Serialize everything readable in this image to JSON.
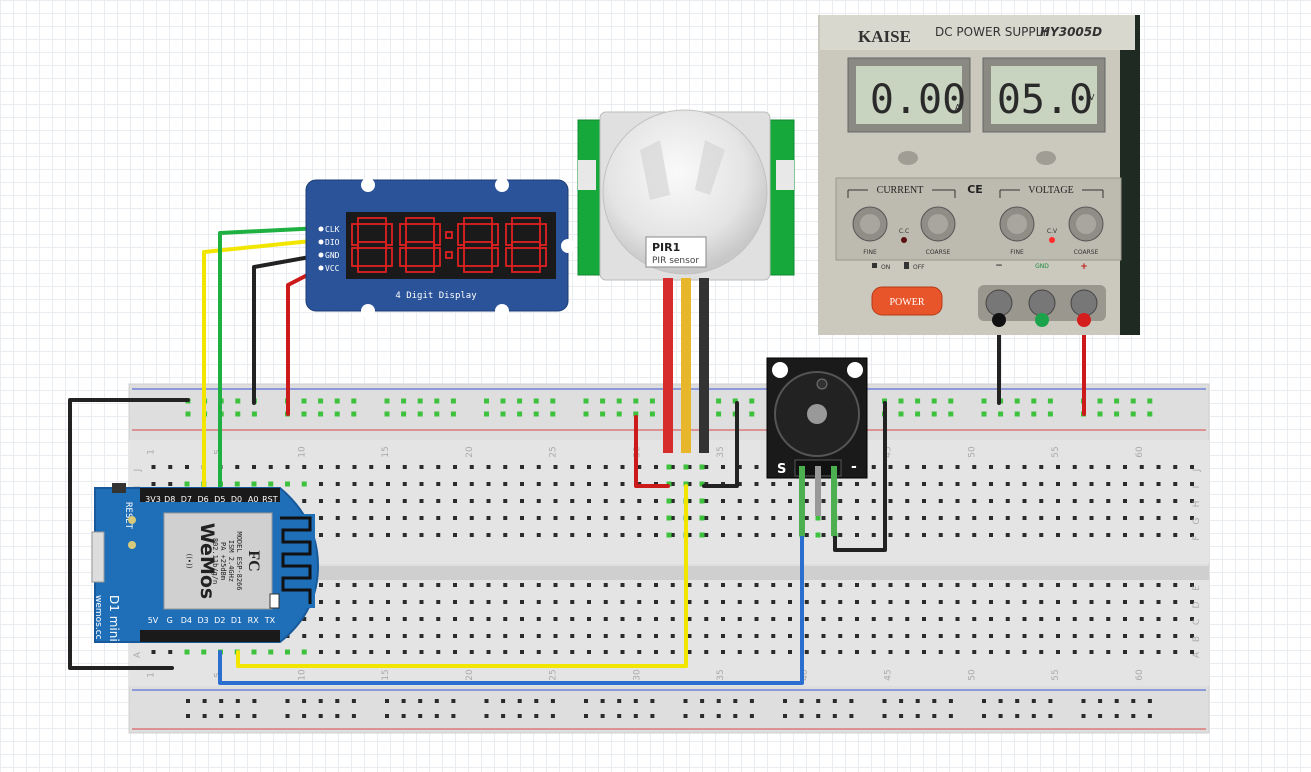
{
  "breadboard": {
    "column_numbers_top": [
      "1",
      "5",
      "10",
      "15",
      "20",
      "25",
      "30",
      "35",
      "40",
      "45",
      "50",
      "55",
      "60"
    ],
    "column_numbers_bottom": [
      "1",
      "5",
      "10",
      "15",
      "20",
      "25",
      "30",
      "35",
      "40",
      "45",
      "50",
      "55",
      "60"
    ],
    "row_letters_top": [
      "J",
      "I",
      "H",
      "G",
      "F"
    ],
    "row_letters_bottom": [
      "E",
      "D",
      "C",
      "B",
      "A"
    ]
  },
  "display": {
    "label": "4 Digit Display",
    "pins": [
      "CLK",
      "DIO",
      "GND",
      "VCC"
    ],
    "digit_color": "#e02020"
  },
  "pir": {
    "tooltip_title": "PIR1",
    "tooltip_subtitle": "PIR sensor"
  },
  "buzzer": {
    "pin_s": "S",
    "pin_minus": "-"
  },
  "wemos": {
    "top_pins": [
      "3V3",
      "D8",
      "D7",
      "D6",
      "D5",
      "D0",
      "A0",
      "RST"
    ],
    "bottom_pins": [
      "5V",
      "G",
      "D4",
      "D3",
      "D2",
      "D1",
      "RX",
      "TX"
    ],
    "reset_label": "RESET",
    "model_lines": [
      "MODEL  ESP-8266",
      "ISM 2.4GHz",
      "PA +25dBm",
      "802.11b/g/n"
    ],
    "brand": "WeMos",
    "brand_tag": "D1 mini",
    "website": "wemos.cc"
  },
  "power_supply": {
    "brand": "KAISE",
    "title": "DC POWER SUPPLY",
    "model": "HY3005D",
    "current_reading": "0.00",
    "current_unit": "A",
    "voltage_reading": "05.0",
    "voltage_unit": "V",
    "current_label": "CURRENT",
    "voltage_label": "VOLTAGE",
    "ce_mark": "CE",
    "fine_label": "FINE",
    "coarse_label": "COARSE",
    "cc_label": "C.C",
    "cv_label": "C.V",
    "on_label": "ON",
    "off_label": "OFF",
    "power_label": "POWER",
    "minus_label": "−",
    "gnd_label": "GND",
    "plus_label": "+"
  },
  "wire_colors": {
    "black": "#222222",
    "red": "#cc1a1a",
    "yellow": "#f2e600",
    "green": "#1eb040",
    "blue": "#2a6fd0"
  }
}
